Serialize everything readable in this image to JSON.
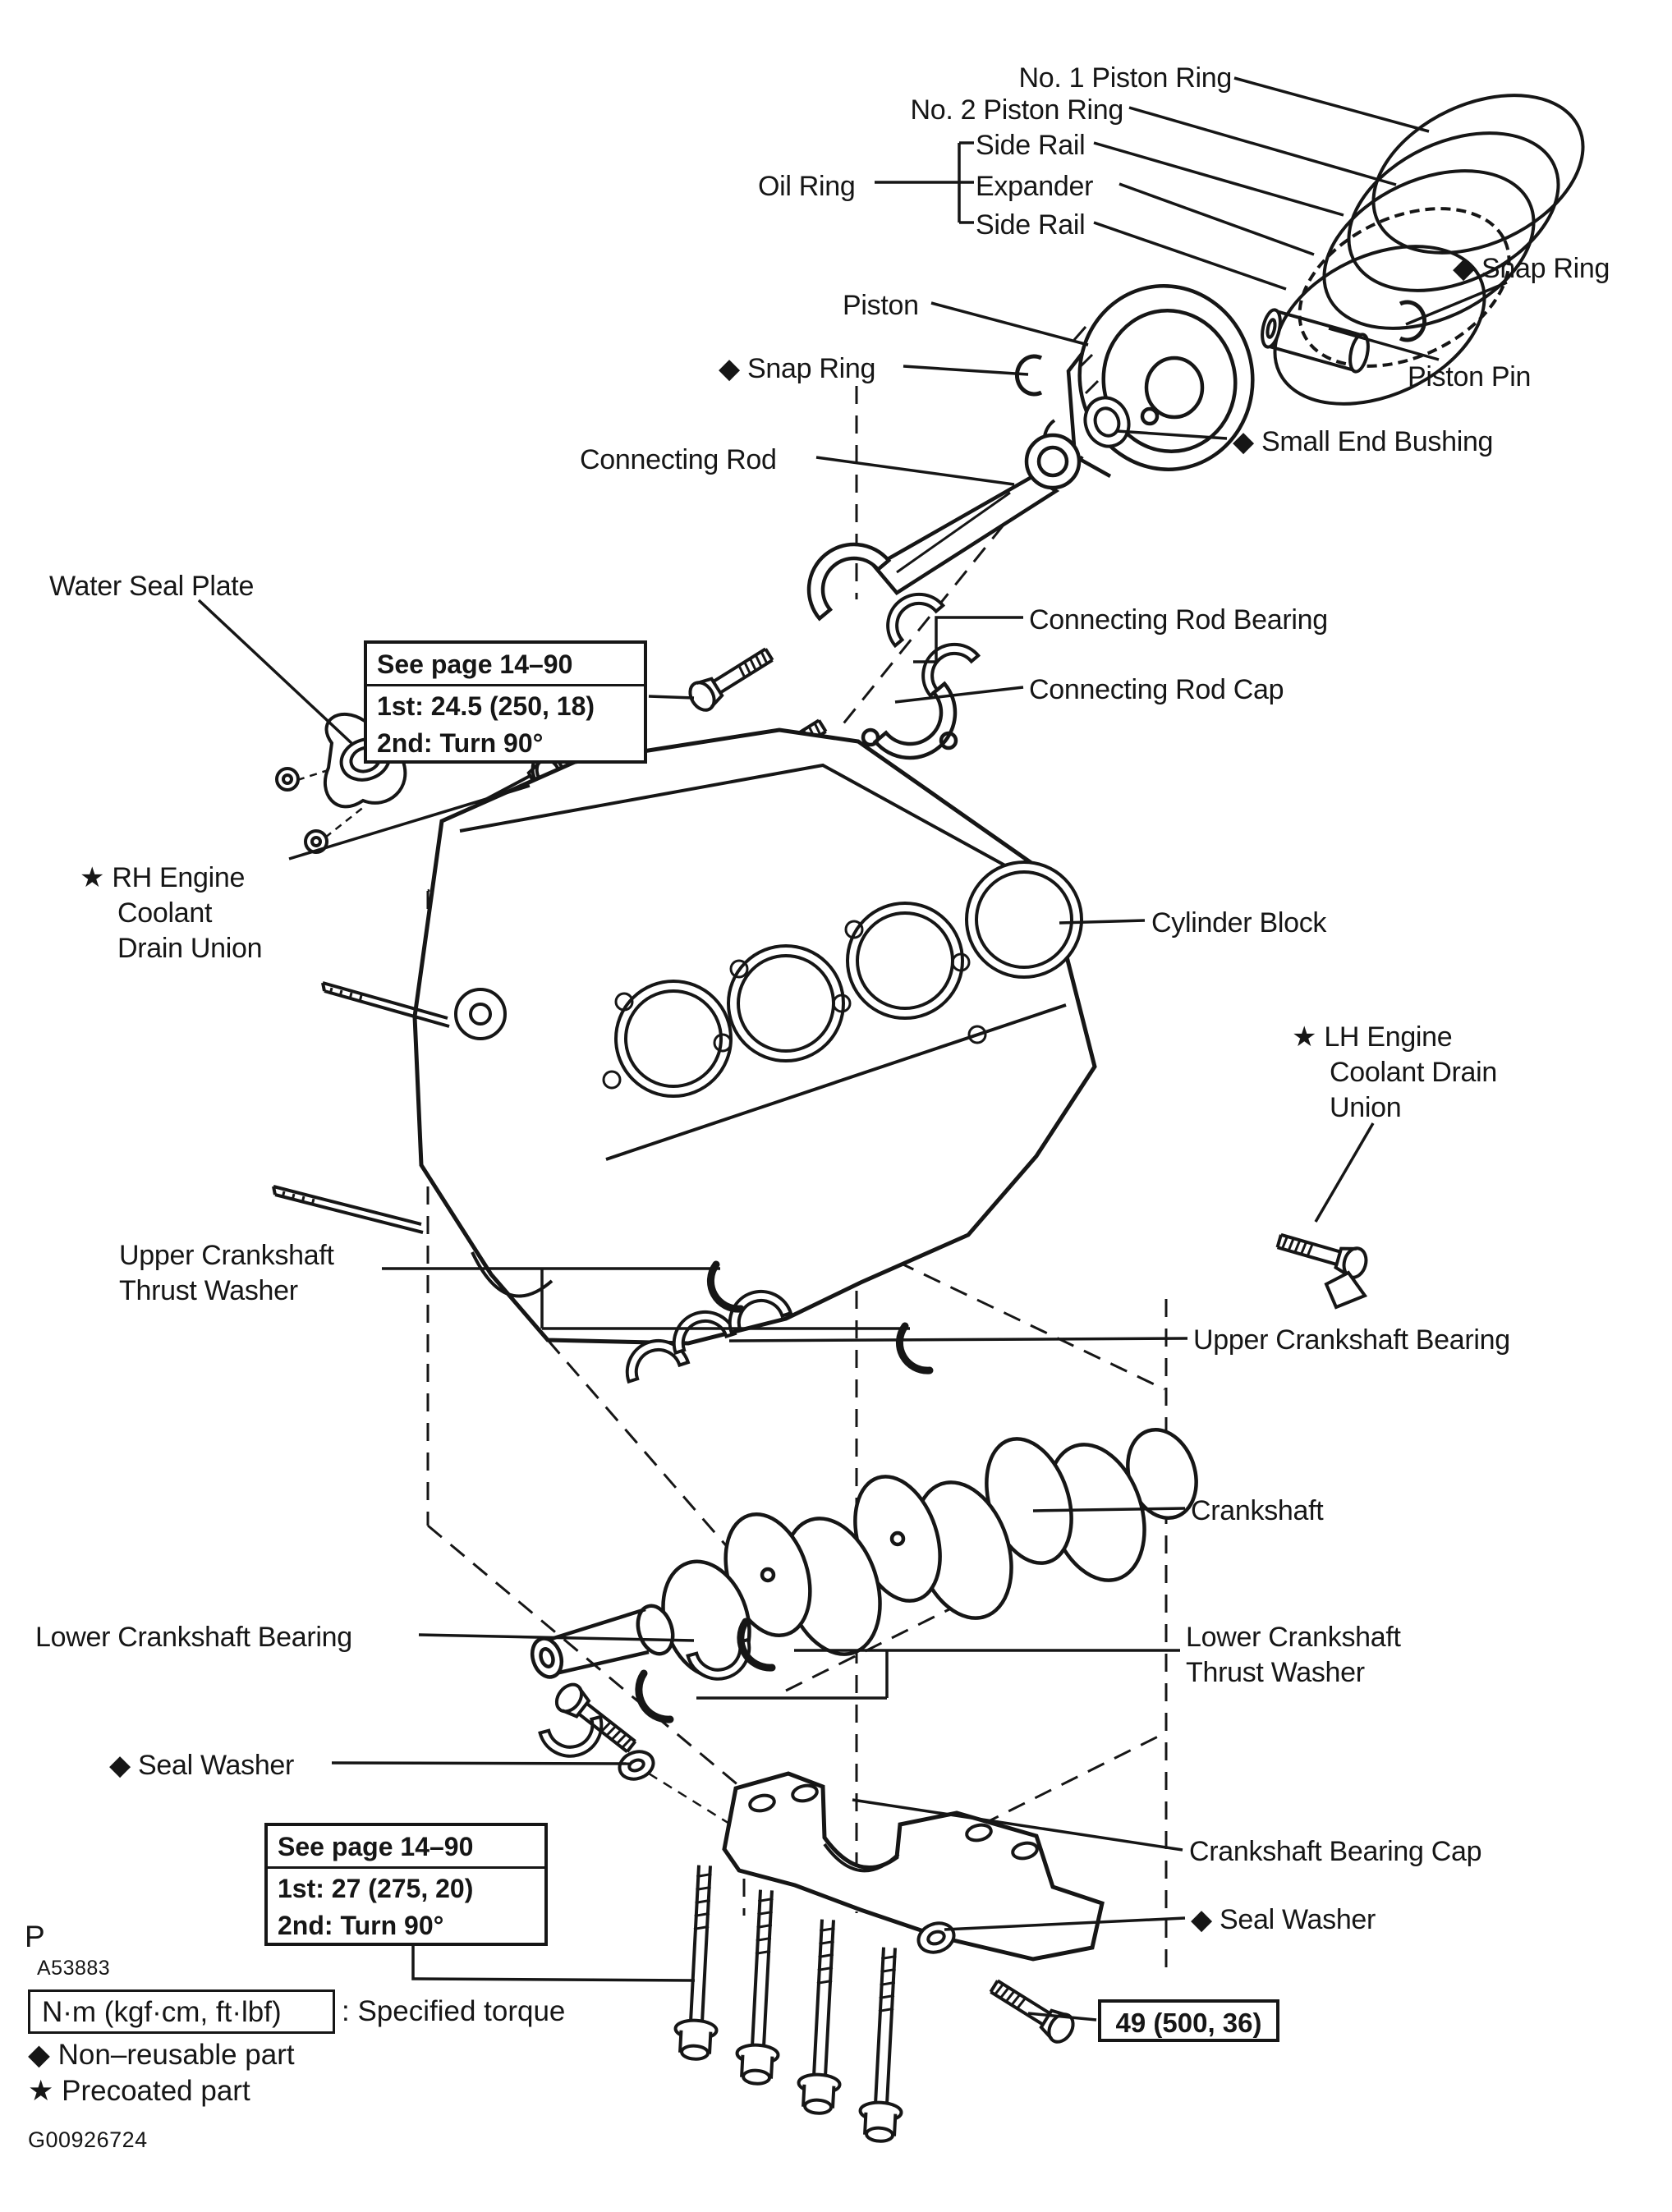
{
  "colors": {
    "background": "#ffffff",
    "ink": "#161616"
  },
  "codes": {
    "margin_letter": "P",
    "plate_code": "A53883",
    "figure_code": "G00926724"
  },
  "labels": {
    "no1_piston_ring": "No. 1 Piston Ring",
    "no2_piston_ring": "No. 2 Piston Ring",
    "side_rail_upper": "Side Rail",
    "oil_ring": "Oil Ring",
    "expander": "Expander",
    "side_rail_lower": "Side Rail",
    "snap_ring_right": "◆ Snap Ring",
    "piston": "Piston",
    "snap_ring_left": "◆ Snap Ring",
    "piston_pin": "Piston Pin",
    "small_end_bushing": "◆ Small End Bushing",
    "connecting_rod": "Connecting Rod",
    "water_seal_plate": "Water Seal Plate",
    "connecting_rod_bearing": "Connecting Rod Bearing",
    "connecting_rod_cap": "Connecting Rod Cap",
    "rh_engine_coolant_drain_union": "★ RH Engine\nCoolant\nDrain Union",
    "cylinder_block": "Cylinder Block",
    "lh_engine_coolant_drain_union": "★ LH Engine\nCoolant Drain\nUnion",
    "upper_crankshaft_thrust_washer": "Upper Crankshaft\nThrust Washer",
    "upper_crankshaft_bearing": "Upper Crankshaft Bearing",
    "crankshaft": "Crankshaft",
    "lower_crankshaft_bearing": "Lower Crankshaft Bearing",
    "lower_crankshaft_thrust_washer": "Lower Crankshaft\nThrust Washer",
    "seal_washer_left": "◆ Seal Washer",
    "crankshaft_bearing_cap": "Crankshaft Bearing Cap",
    "seal_washer_right": "◆ Seal Washer"
  },
  "torque_boxes": {
    "connecting_rod": {
      "header": "See page 14–90",
      "step1": "1st: 24.5 (250, 18)",
      "step2": "2nd: Turn 90°"
    },
    "bearing_cap": {
      "header": "See page 14–90",
      "step1": "1st: 27 (275, 20)",
      "step2": "2nd: Turn 90°"
    },
    "union_bolt": {
      "value": "49 (500, 36)"
    }
  },
  "legend": {
    "torque_box_label": "N·m (kgf·cm, ft·lbf)",
    "torque_note": ": Specified torque",
    "non_reusable_note": "◆ Non–reusable part",
    "precoated_note": "★ Precoated part"
  }
}
